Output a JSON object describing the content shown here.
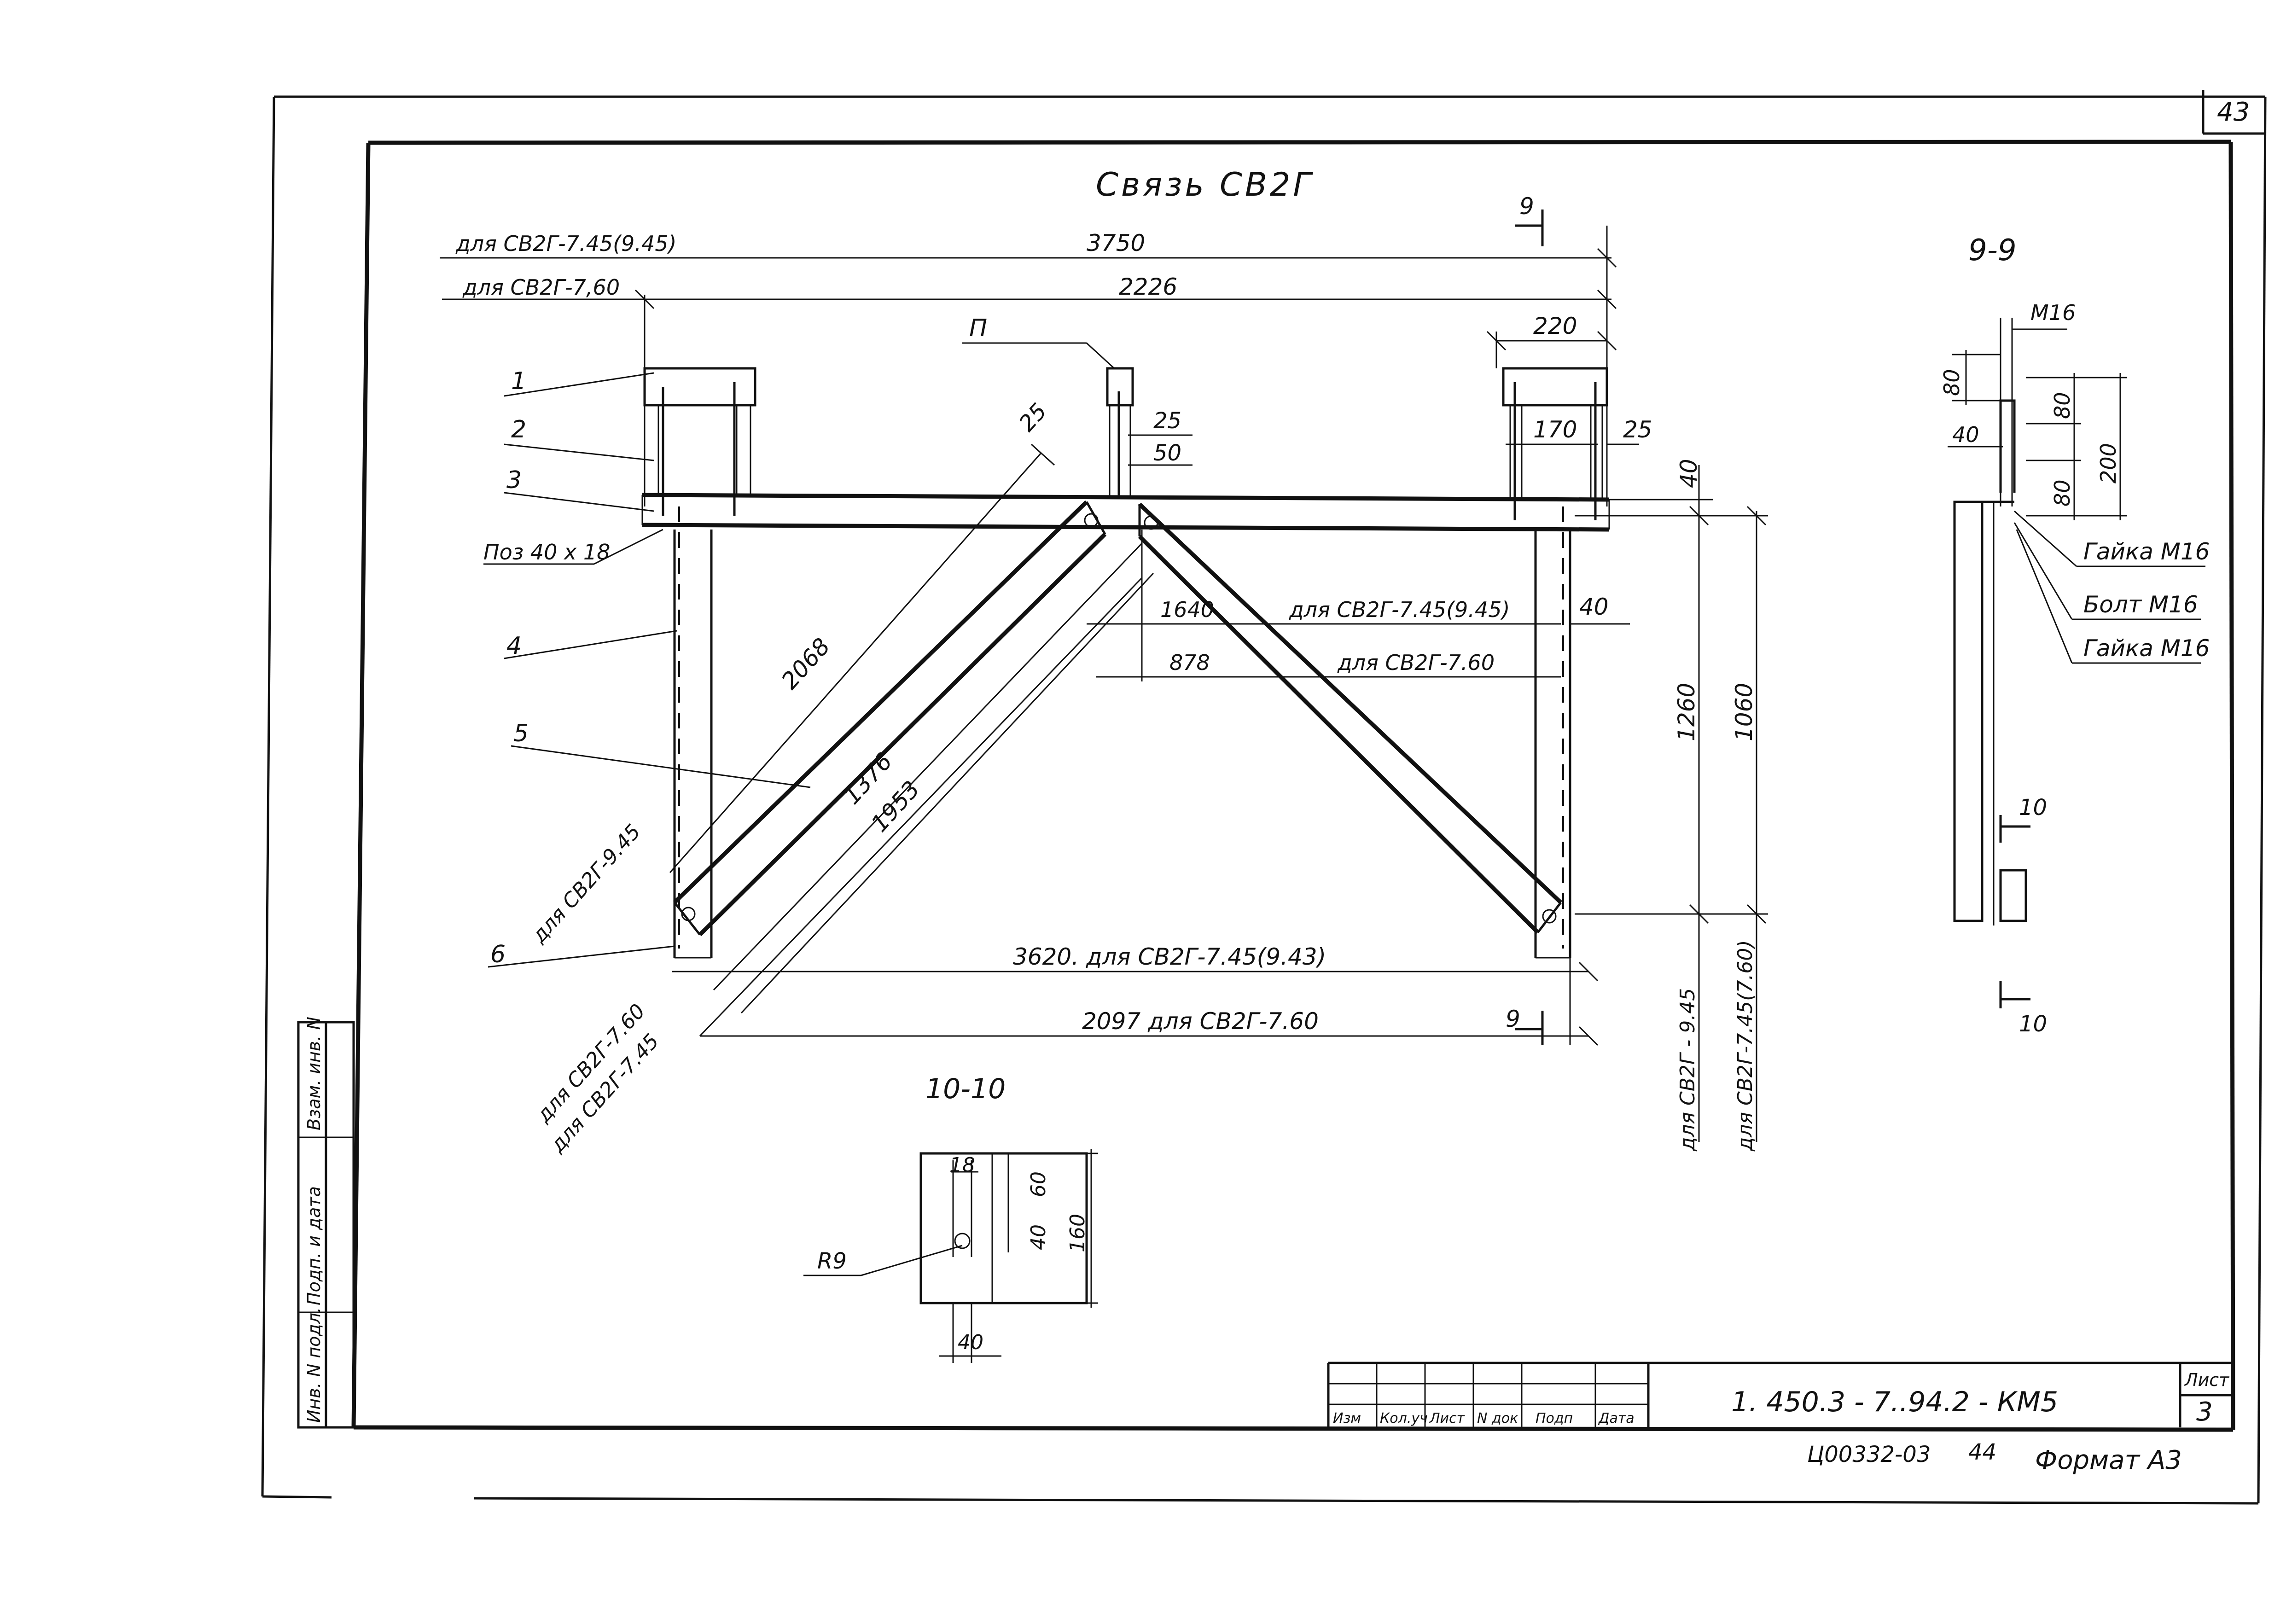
{
  "sheet": {
    "corner_number": "43",
    "title": "Связь СВ2Г",
    "sheet_label": "Лист",
    "sheet_number": "3",
    "doc_code": "1. 450.3 - 7..94.2 - КМ5",
    "archive_code": "Ц00332-03",
    "archive_sheet": "44",
    "format": "Формат А3"
  },
  "stamp": {
    "headers": [
      "Изм",
      "Кол.уч",
      "Лист",
      "N док",
      "Подп",
      "Дата"
    ]
  },
  "side_stamp": {
    "fields": [
      "Инв. N подл.",
      "Подп. и дата",
      "Взам. инв. N"
    ]
  },
  "main_view": {
    "dims": {
      "top_label_945": "для СВ2Г-7.45(9.45)",
      "top_value_3750": "3750",
      "top_label_760": "для СВ2Г-7,60",
      "top_value_2226": "2226",
      "right_220": "220",
      "right_170": "170",
      "right_25a": "25",
      "right_40a": "40",
      "mid_25": "25",
      "mid_50": "50",
      "diag_25": "25",
      "d_1640": "1640",
      "d_1640_label": "для СВ2Г-7.45(9.45)",
      "d_878": "878",
      "d_878_label": "для СВ2Г-7.60",
      "right_40b": "40",
      "v_1260": "1260",
      "v_1060": "1060",
      "v_945_label": "для СВ2Г - 9.45",
      "v_745_label": "для СВ2Г-7.45(7.60)",
      "diag_2068": "2068",
      "diag_1376": "1376",
      "diag_1953": "1953",
      "diag_945_label": "для СВ2Г-9.45",
      "diag_760_label": "для СВ2Г-7.60",
      "diag_745_label": "для СВ2Г-7.45",
      "bottom_3620": "3620. для СВ2Г-7.45(9.43)",
      "bottom_2097": "2097 для СВ2Г-7.60"
    },
    "callouts": [
      "1",
      "2",
      "3",
      "Поз 40 x 18",
      "4",
      "5",
      "6",
      "П"
    ],
    "section_mark": "9"
  },
  "section_9": {
    "title": "9-9",
    "dims": [
      "М16",
      "80",
      "40",
      "80",
      "80",
      "200"
    ],
    "labels": [
      "Гайка М16",
      "Болт М16",
      "Гайка М16"
    ],
    "section_mark": "10"
  },
  "section_10": {
    "title": "10-10",
    "dims": [
      "18",
      "60",
      "40",
      "160",
      "40"
    ],
    "radius_label": "R9"
  }
}
